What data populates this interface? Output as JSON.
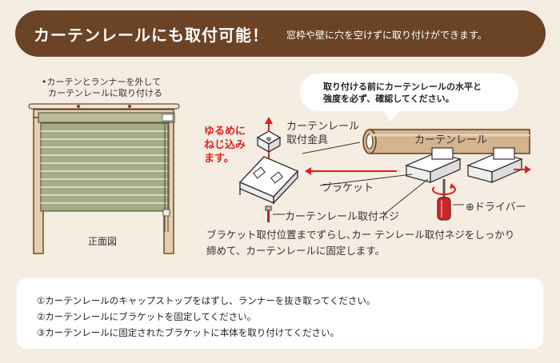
{
  "header": {
    "title": "カーテンレールにも取付可能！",
    "subtitle": "窓枠や壁に穴を空けずに取り付けができます。"
  },
  "left_panel": {
    "note_line1": "•カーテンとランナーを外して",
    "note_line2": "カーテンレールに取り付ける",
    "front_view_label": "正面図"
  },
  "bubble": {
    "line1": "取り付ける前にカーテンレールの水平と",
    "line2": "強度を必ず、確認してください。"
  },
  "diagram": {
    "loose_screw_line1": "ゆるめに",
    "loose_screw_line2": "ねじ込み",
    "loose_screw_line3": "ます。",
    "rail_bracket_line1": "カーテンレール",
    "rail_bracket_line2": "取付金具",
    "curtain_rail": "カーテンレール",
    "bracket": "ブラケット",
    "rail_screw": "カーテンレール取付ネジ",
    "screwdriver": "⊕ドライバー"
  },
  "description": {
    "line1": "ブラケット取付位置までずらし､カー テンレール取付ネジをしっかり",
    "line2": "締めて、カーテンレールに固定します。"
  },
  "steps": [
    "①カーテンレールのキャップストップをはずし、ランナーを抜き取ってください。",
    "②カーテンレールにブラケットを固定してください。",
    "③カーテンレールに固定されたブラケットに本体を取り付けてください。"
  ],
  "colors": {
    "header_bg": "#6b4326",
    "accent_red": "#e0201b",
    "frame_wood": "#e6cfae",
    "blind_green": "#a5ab85"
  }
}
